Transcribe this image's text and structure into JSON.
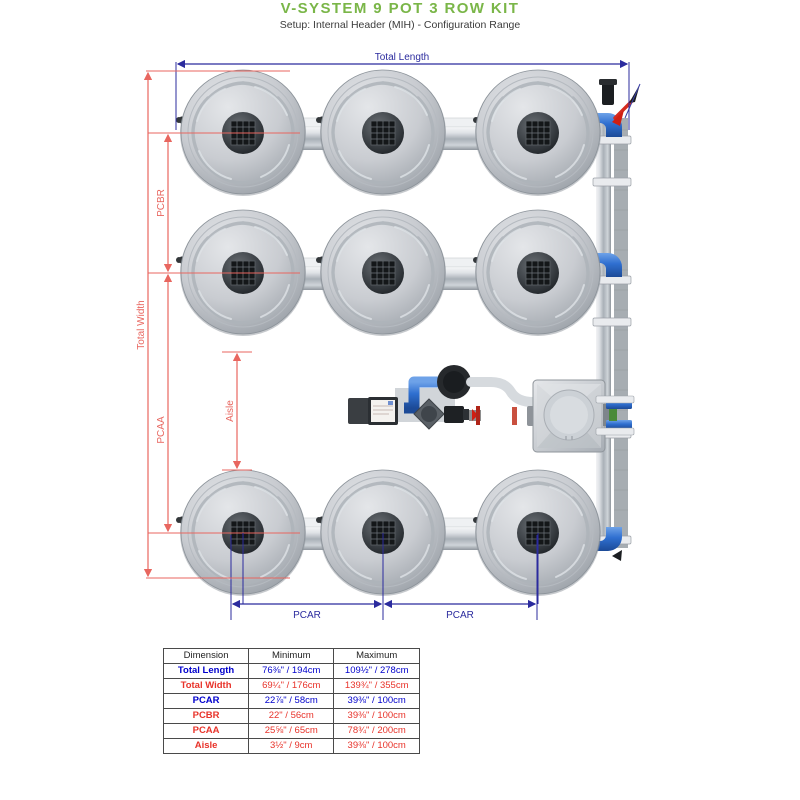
{
  "header": {
    "title": "V-SYSTEM 9 POT 3 ROW KIT",
    "subtitle": "Setup: Internal Header (MIH) - Configuration Range",
    "title_color": "#7ab648"
  },
  "diagram": {
    "labels": {
      "total_length": "Total Length",
      "total_width": "Total Width",
      "pcbr": "PCBR",
      "pcaa": "PCAA",
      "aisle": "Aisle",
      "pcar_left": "PCAR",
      "pcar_right": "PCAR"
    },
    "colors": {
      "blue_dimension": "#2b2b9e",
      "red_dimension": "#e8665f",
      "pot_body": "#c9ccd1",
      "pipe": "#b9bec4",
      "header_blue": "#2f6fd0",
      "red_pipe": "#d52b1e"
    },
    "pot_count": 9,
    "rows": 3,
    "pots_per_row": 3
  },
  "table": {
    "columns": [
      "Dimension",
      "Minimum",
      "Maximum"
    ],
    "rows": [
      {
        "label": "Total Length",
        "min": "76⅜\" / 194cm",
        "max": "109½\" / 278cm",
        "color": "#0000cc"
      },
      {
        "label": "Total Width",
        "min": "69¼\" / 176cm",
        "max": "139¾\" / 355cm",
        "color": "#e8332a"
      },
      {
        "label": "PCAR",
        "min": "22⅞\" / 58cm",
        "max": "39⅜\" / 100cm",
        "color": "#0000cc"
      },
      {
        "label": "PCBR",
        "min": "22\" / 56cm",
        "max": "39⅜\" / 100cm",
        "color": "#e8332a"
      },
      {
        "label": "PCAA",
        "min": "25⅝\" / 65cm",
        "max": "78¾\" / 200cm",
        "color": "#e8332a"
      },
      {
        "label": "Aisle",
        "min": "3½\" / 9cm",
        "max": "39⅜\" / 100cm",
        "color": "#e8332a"
      }
    ]
  }
}
